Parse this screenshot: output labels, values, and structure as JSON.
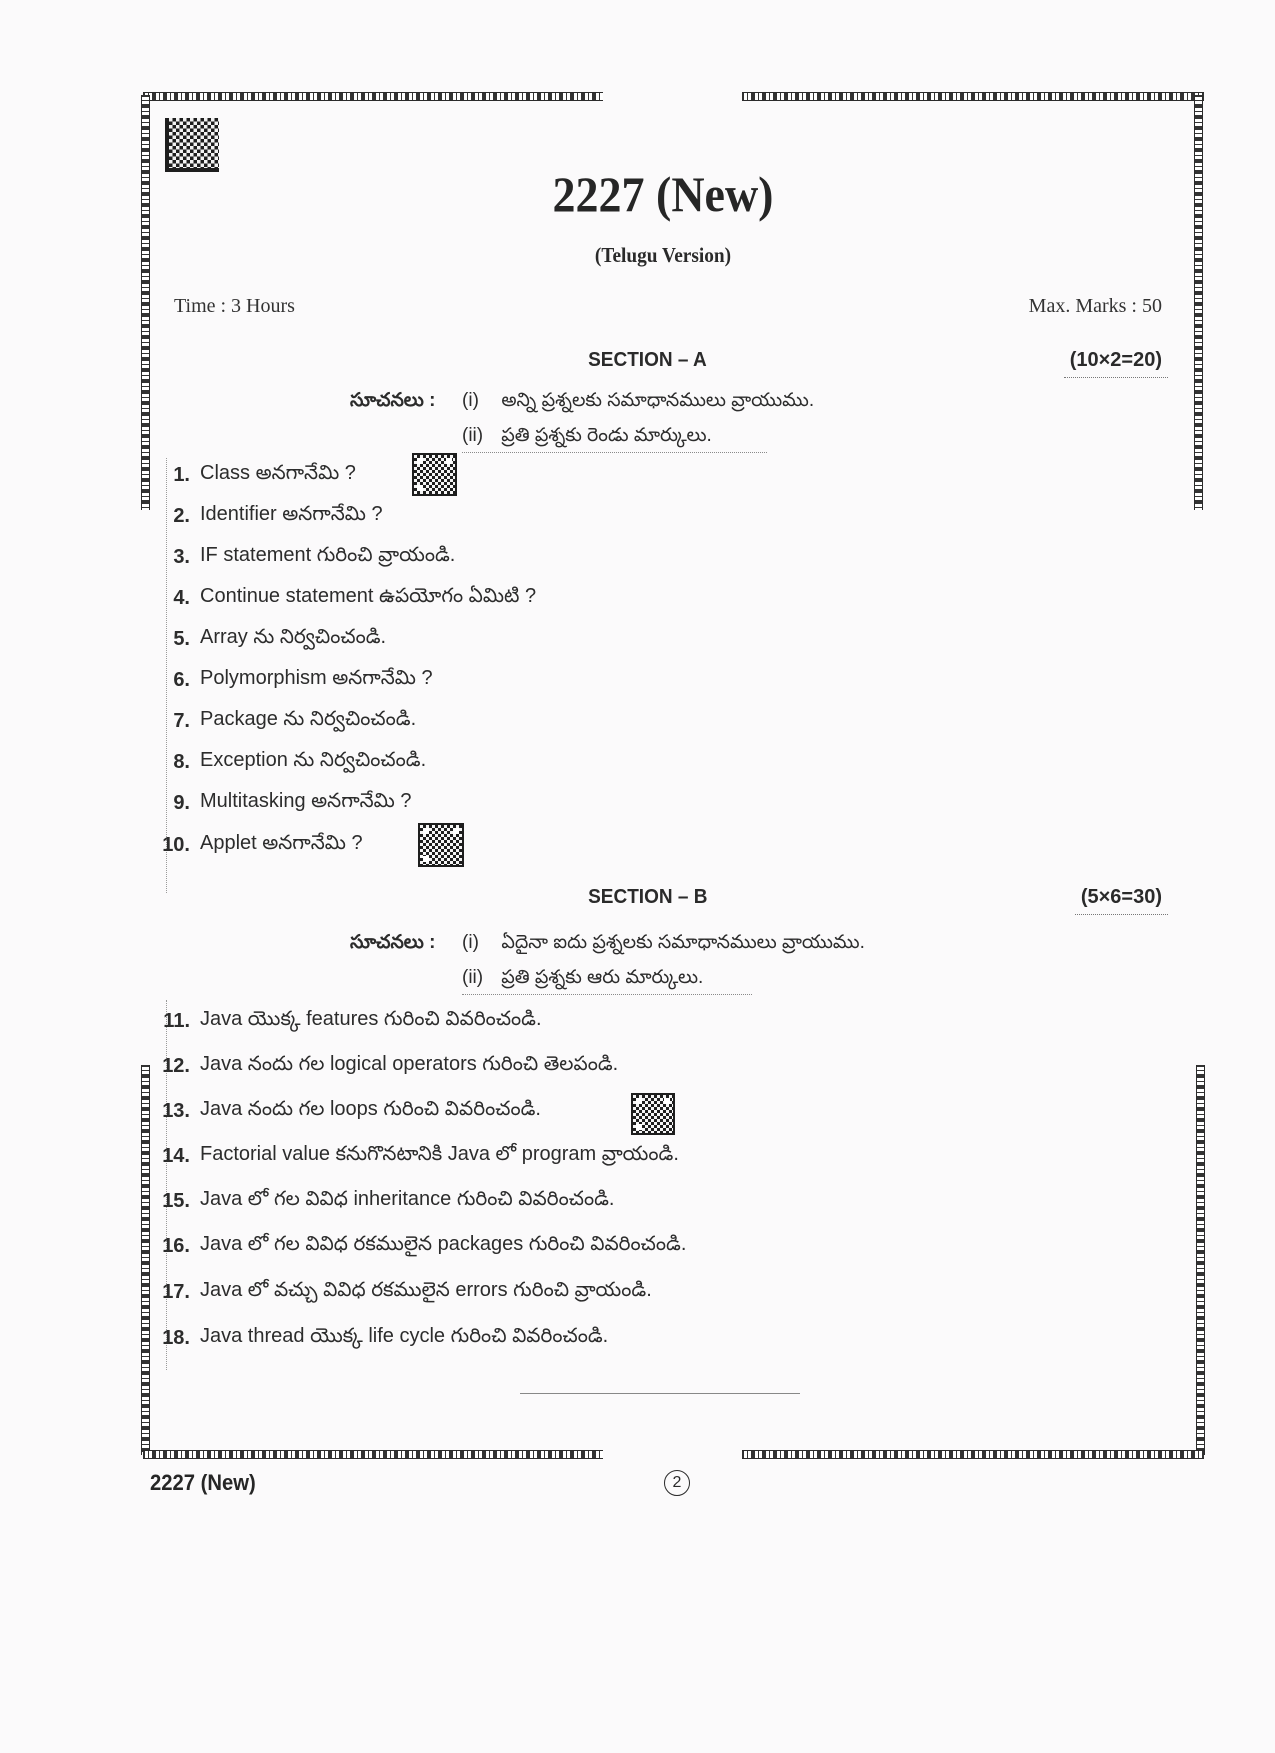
{
  "header": {
    "paper_code": "2227 (New)",
    "version": "(Telugu Version)",
    "time": "Time : 3 Hours",
    "max_marks": "Max. Marks : 50"
  },
  "section_a": {
    "title": "SECTION – A",
    "marks": "(10×2=20)",
    "instructions_label": "సూచనలు :",
    "instructions": [
      {
        "num": "(i)",
        "text": "అన్ని ప్రశ్నలకు సమాధానములు వ్రాయుము."
      },
      {
        "num": "(ii)",
        "text": "ప్రతి ప్రశ్నకు రెండు మార్కులు."
      }
    ],
    "questions": [
      {
        "num": "1.",
        "text": "Class అనగానేమి ?",
        "has_qr": true
      },
      {
        "num": "2.",
        "text": "Identifier అనగానేమి ?",
        "has_qr": false
      },
      {
        "num": "3.",
        "text": "IF statement గురించి వ్రాయండి.",
        "has_qr": false
      },
      {
        "num": "4.",
        "text": "Continue statement ఉపయోగం ఏమిటి ?",
        "has_qr": false
      },
      {
        "num": "5.",
        "text": "Array ను నిర్వచించండి.",
        "has_qr": false
      },
      {
        "num": "6.",
        "text": "Polymorphism అనగానేమి ?",
        "has_qr": false
      },
      {
        "num": "7.",
        "text": "Package ను నిర్వచించండి.",
        "has_qr": false
      },
      {
        "num": "8.",
        "text": "Exception ను నిర్వచించండి.",
        "has_qr": false
      },
      {
        "num": "9.",
        "text": "Multitasking అనగానేమి ?",
        "has_qr": false
      },
      {
        "num": "10.",
        "text": "Applet అనగానేమి ?",
        "has_qr": true
      }
    ]
  },
  "section_b": {
    "title": "SECTION – B",
    "marks": "(5×6=30)",
    "instructions_label": "సూచనలు :",
    "instructions": [
      {
        "num": "(i)",
        "text": "ఏదైనా ఐదు ప్రశ్నలకు సమాధానములు వ్రాయుము."
      },
      {
        "num": "(ii)",
        "text": "ప్రతి ప్రశ్నకు ఆరు మార్కులు."
      }
    ],
    "questions": [
      {
        "num": "11.",
        "text": "Java యొక్క features గురించి వివరించండి.",
        "has_qr": false
      },
      {
        "num": "12.",
        "text": "Java నందు గల logical operators గురించి తెలపండి.",
        "has_qr": false
      },
      {
        "num": "13.",
        "text": "Java నందు గల loops గురించి వివరించండి.",
        "has_qr": true
      },
      {
        "num": "14.",
        "text": "Factorial value కనుగొనటానికి Java లో program వ్రాయండి.",
        "has_qr": false
      },
      {
        "num": "15.",
        "text": "Java లో గల వివిధ inheritance గురించి వివరించండి.",
        "has_qr": false
      },
      {
        "num": "16.",
        "text": "Java లో గల వివిధ రకములైన packages గురించి వివరించండి.",
        "has_qr": false
      },
      {
        "num": "17.",
        "text": "Java  లో వచ్చు వివిధ రకములైన errors గురించి వ్రాయండి.",
        "has_qr": false
      },
      {
        "num": "18.",
        "text": "Java thread యొక్క life cycle గురించి వివరించండి.",
        "has_qr": false
      }
    ]
  },
  "footer": {
    "paper_code": "2227 (New)",
    "page_number": "2"
  }
}
